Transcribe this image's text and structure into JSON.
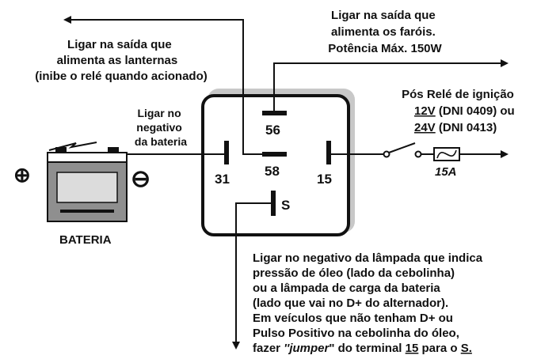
{
  "lanternas_note": [
    "Ligar na saída que",
    "alimenta as lanternas",
    "(inibe o relé quando acionado)"
  ],
  "farois_note": [
    "Ligar na saída que",
    "alimenta os faróis.",
    "Potência Máx. 150W"
  ],
  "ignition_note": {
    "title": "Pós Relé de ignição",
    "line2": {
      "code": "12V",
      "rest": " (DNI 0409) ou"
    },
    "line3": {
      "code": "24V",
      "rest": " (DNI 0413)"
    }
  },
  "negative_note": [
    "Ligar no",
    "negativo",
    "da bateria"
  ],
  "terminals": {
    "t56": "56",
    "t58": "58",
    "t31": "31",
    "t15": "15",
    "tS": "S"
  },
  "fuse_label": "15A",
  "battery": {
    "label": "BATERIA",
    "plus": "⊕",
    "minus": "⊖"
  },
  "bottom_note": {
    "lines": [
      "Ligar no negativo da lâmpada que indica",
      "pressão de óleo (lado da cebolinha)",
      "ou a lâmpada de carga da bateria",
      "(lado que vai no D+ do alternador).",
      "Em veículos que não tenham D+ ou",
      "Pulso Positivo na cebolinha do óleo,"
    ],
    "last_line": {
      "a": "fazer ",
      "b": "''jumper",
      "c": "\" do terminal ",
      "d": "15",
      "e": " para o ",
      "f": "S."
    }
  },
  "colors": {
    "ink": "#111111",
    "battery_body": "#8f8f8f",
    "battery_face": "#dcdcdc",
    "relay_shadow": "#c8c8c8"
  }
}
